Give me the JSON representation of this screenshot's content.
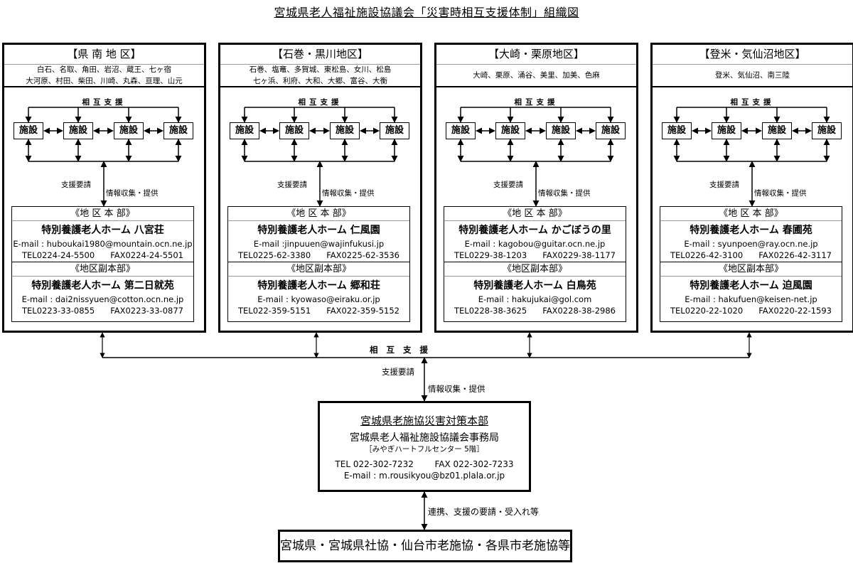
{
  "title": "宮城県老人福祉施設協議会「災害時相互支援体制」組織図",
  "regions": [
    {
      "name": "【県 南 地 区】",
      "towns": [
        "白石、名取、角田、岩沼、蔵王、七ヶ宿",
        "大河原、村田、柴田、川崎、丸森、亘理、山元"
      ],
      "mutual_support": "相互支援",
      "facilities": [
        "施設",
        "施設",
        "施設",
        "施設"
      ],
      "request_label": "支援要請",
      "info_label": "情報収集・提供",
      "hq": {
        "title": "《地 区 本 部》",
        "name": "特別養護老人ホーム 八宮荘",
        "email": "E-mail : huboukai1980@mountain.ocn.ne.jp",
        "tel": "TEL0224-24-5500",
        "fax": "FAX0224-24-5501"
      },
      "sub_hq": {
        "title": "《地区副本部》",
        "name": "特別養護老人ホーム 第二日就苑",
        "email": "E-mail : dai2nissyuen@cotton.ocn.ne.jp",
        "tel": "TEL0223-33-0855",
        "fax": "FAX0223-33-0877"
      }
    },
    {
      "name": "【石巻・黒川地区】",
      "towns": [
        "石巻、塩竈、多賀城、東松島、女川、松島",
        "七ヶ浜、利府、大和、大郷、富谷、大衡"
      ],
      "mutual_support": "相互支援",
      "facilities": [
        "施設",
        "施設",
        "施設",
        "施設"
      ],
      "request_label": "支援要請",
      "info_label": "情報収集・提供",
      "hq": {
        "title": "《地 区 本 部》",
        "name": "特別養護老人ホーム 仁風園",
        "email": "E-mail :jinpuuen@wajinfukusi.jp",
        "tel": "TEL0225-62-3380",
        "fax": "FAX0225-62-3536"
      },
      "sub_hq": {
        "title": "《地区副本部》",
        "name": "特別養護老人ホーム 郷和荘",
        "email": "E-mail : kyowaso@eiraku.or.jp",
        "tel": "TEL022-359-5151",
        "fax": "FAX022-359-5152"
      }
    },
    {
      "name": "【大崎・栗原地区】",
      "towns": [
        "大崎、栗原、涌谷、美里、加美、色麻"
      ],
      "mutual_support": "相互支援",
      "facilities": [
        "施設",
        "施設",
        "施設",
        "施設"
      ],
      "request_label": "支援要請",
      "info_label": "情報収集・提供",
      "hq": {
        "title": "《地 区 本 部》",
        "name": "特別養護老人ホーム かごぼうの里",
        "email": "E-mail : kagobou@guitar.ocn.ne.jp",
        "tel": "TEL0229-38-1203",
        "fax": "FAX0229-38-1177"
      },
      "sub_hq": {
        "title": "《地区副本部》",
        "name": "特別養護老人ホーム 白鳥苑",
        "email": "E-mail : hakujukai@gol.com",
        "tel": "TEL0228-38-3625",
        "fax": "FAX0228-38-2986"
      }
    },
    {
      "name": "【登米・気仙沼地区】",
      "towns": [
        "登米、気仙沼、南三陸"
      ],
      "mutual_support": "相互支援",
      "facilities": [
        "施設",
        "施設",
        "施設",
        "施設"
      ],
      "request_label": "支援要請",
      "info_label": "情報収集・提供",
      "hq": {
        "title": "《地 区 本 部》",
        "name": "特別養護老人ホーム 春圃苑",
        "email": "E-mail : syunpoen@ray.ocn.ne.jp",
        "tel": "TEL0226-42-3100",
        "fax": "FAX0226-42-3117"
      },
      "sub_hq": {
        "title": "《地区副本部》",
        "name": "特別養護老人ホーム 迫風園",
        "email": "E-mail : hakufuen@keisen-net.jp",
        "tel": "TEL0220-22-1020",
        "fax": "FAX0220-22-1593"
      }
    }
  ],
  "middle": {
    "mutual_support": "相互支援",
    "request_label": "支援要請",
    "info_label": "情報収集・提供"
  },
  "central": {
    "title": "宮城県老施協災害対策本部",
    "org": "宮城県老人福祉施設協議会事務局",
    "location": "［みやぎハートフルセンター 5階］",
    "tel": "TEL 022-302-7232",
    "fax": "FAX 022-302-7233",
    "email": "E-mail : m.rousikyou@bz01.plala.or.jp"
  },
  "bottom": {
    "link_label": "連携、支援の要請・受入れ等",
    "box_label": "宮城県・宮城県社協・仙台市老施協・各県市老施協等"
  }
}
